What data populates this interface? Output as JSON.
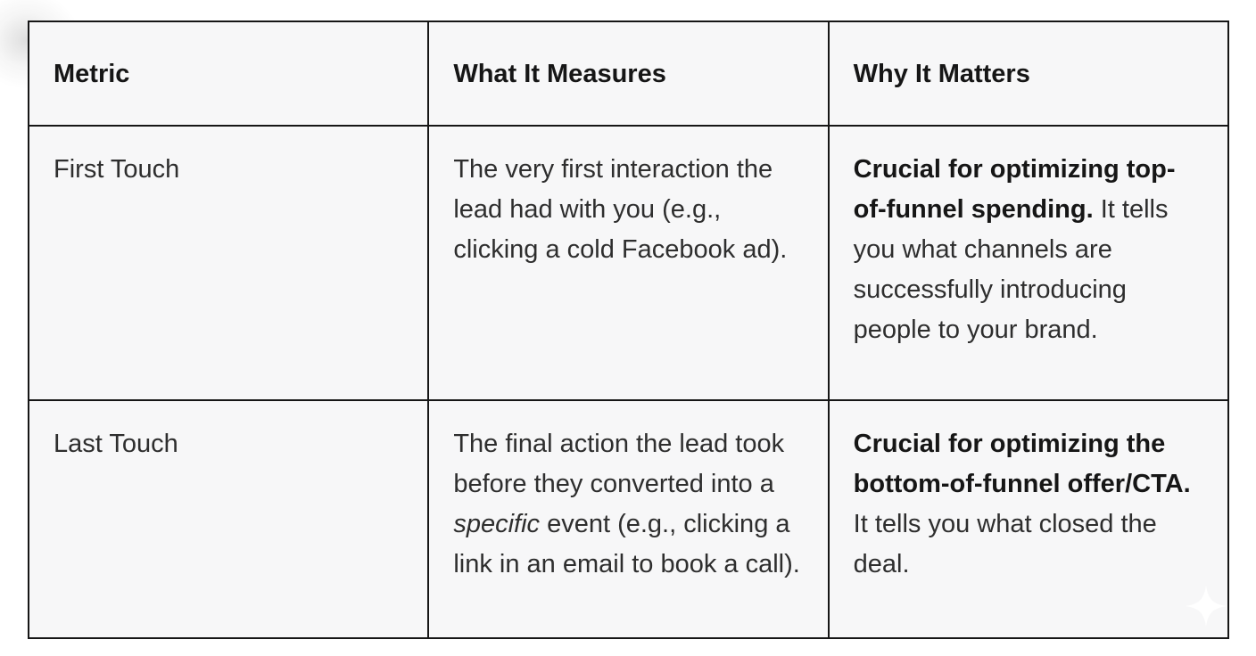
{
  "page": {
    "background_color": "#ffffff",
    "cell_background_color": "#f7f7f8",
    "border_color": "#161616",
    "body_text_color": "#2e2e2e",
    "bold_text_color": "#161616",
    "sparkle_color": "#ffffff"
  },
  "table": {
    "headers": [
      {
        "label": "Metric"
      },
      {
        "label": "What It Measures"
      },
      {
        "label": "Why It Matters"
      }
    ],
    "rows": [
      {
        "metric": "First Touch",
        "measures": [
          {
            "text": "The very first interaction the lead had with you (e.g., clicking a cold Facebook ad)."
          }
        ],
        "matters": [
          {
            "text": "Crucial for optimizing top-of-funnel spending.",
            "bold": true
          },
          {
            "text": " It tells you what channels are successfully introducing people to your brand."
          }
        ]
      },
      {
        "metric": "Last Touch",
        "measures": [
          {
            "text": "The final action the lead took before they converted into a "
          },
          {
            "text": "specific",
            "italic": true
          },
          {
            "text": " event (e.g., clicking a link in an email to book a call)."
          }
        ],
        "matters": [
          {
            "text": "Crucial for optimizing the bottom-of-funnel offer/CTA.",
            "bold": true
          },
          {
            "text": " It tells you what closed the deal."
          }
        ]
      }
    ]
  }
}
